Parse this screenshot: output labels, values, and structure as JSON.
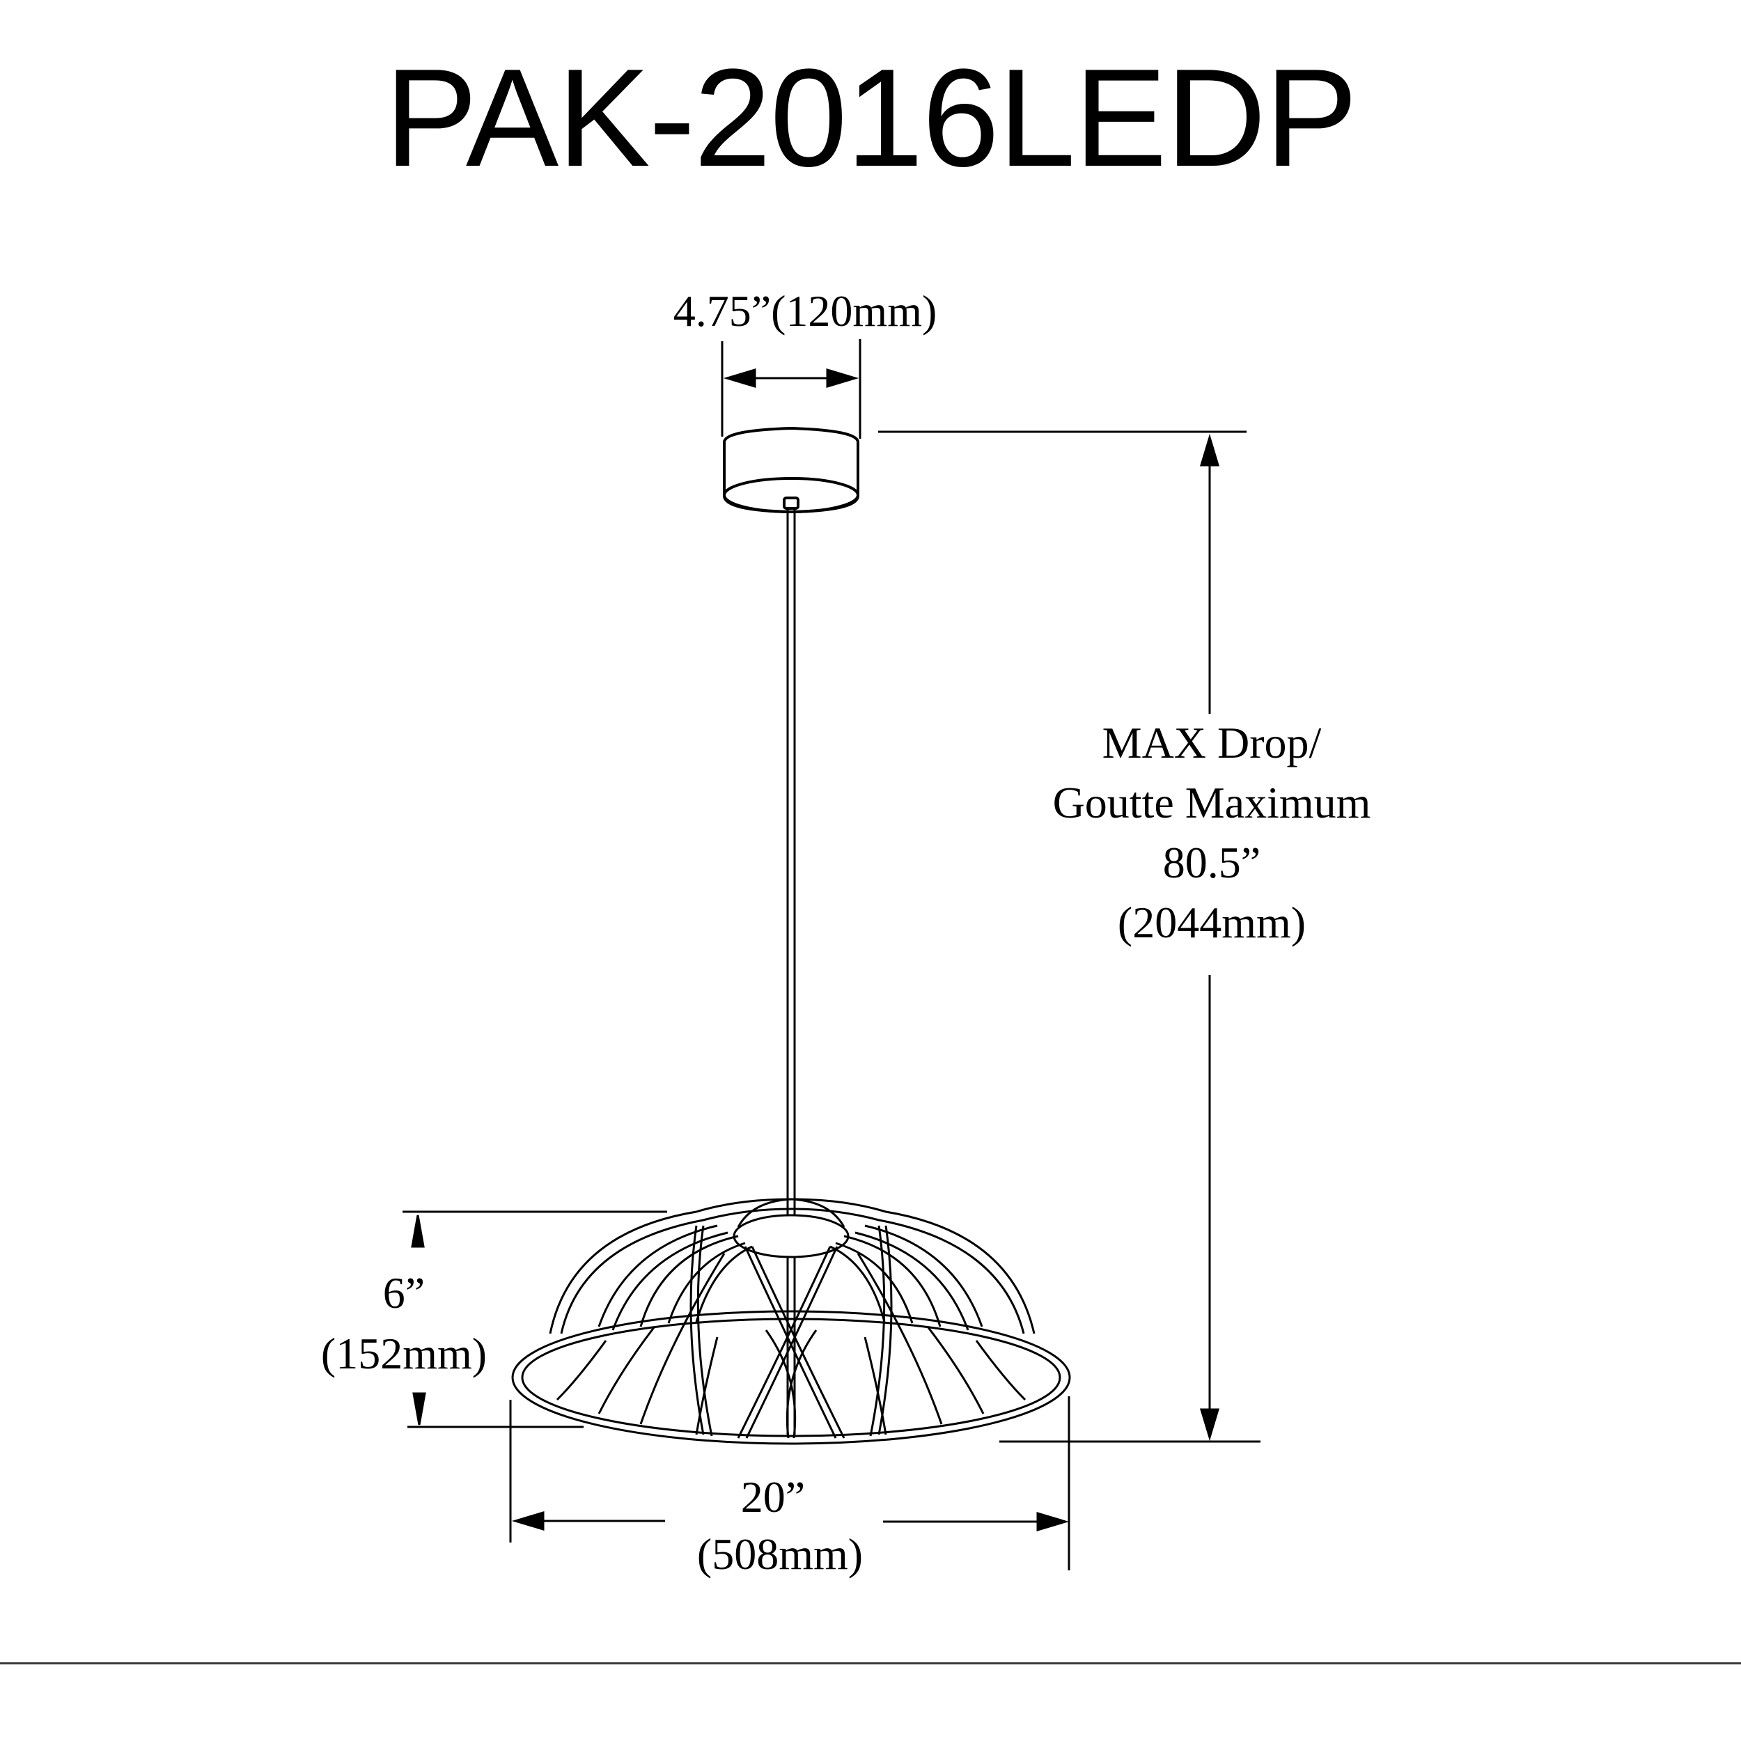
{
  "title": "PAK-2016LEDP",
  "dimensions": {
    "canopy_width": "4.75”(120mm)",
    "max_drop": {
      "line1": "MAX Drop/",
      "line2": "Goutte Maximum",
      "line3": "80.5”",
      "line4": "(2044mm)"
    },
    "shade_height": {
      "inches": "6”",
      "mm": "(152mm)"
    },
    "shade_width": {
      "inches": "20”",
      "mm": "(508mm)"
    }
  },
  "icons": {
    "canopy": "cylinder-canopy",
    "rod": "suspension-rod",
    "shade": "wire-cage-dome-shade"
  },
  "colors": {
    "line": "#000000",
    "background": "#ffffff",
    "footer_rule": "#3a3a3a"
  }
}
